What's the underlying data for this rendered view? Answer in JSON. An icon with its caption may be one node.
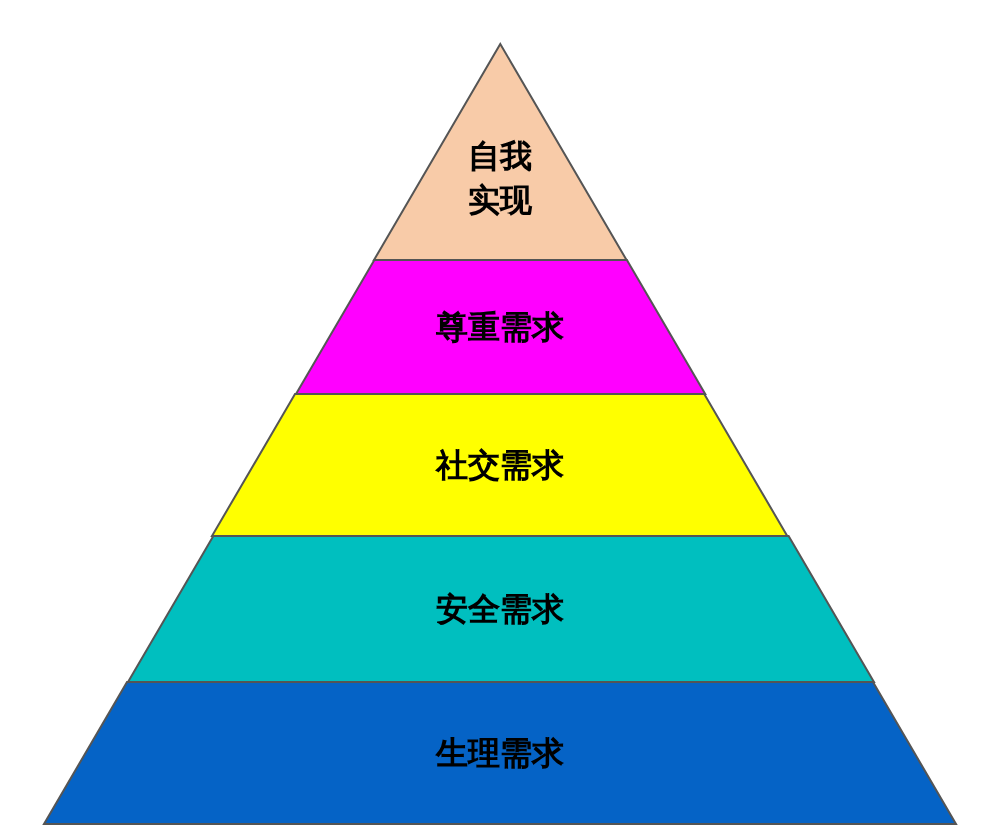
{
  "diagram": {
    "nodes": [
      {
        "text": [
          "自我实现"
        ]
      },
      {
        "text": [
          "尊重需求"
        ]
      },
      {
        "text": [
          "社交需求"
        ]
      },
      {
        "text": [
          "安全需求"
        ]
      },
      {
        "text": [
          "生理需求"
        ]
      }
    ]
  }
}
